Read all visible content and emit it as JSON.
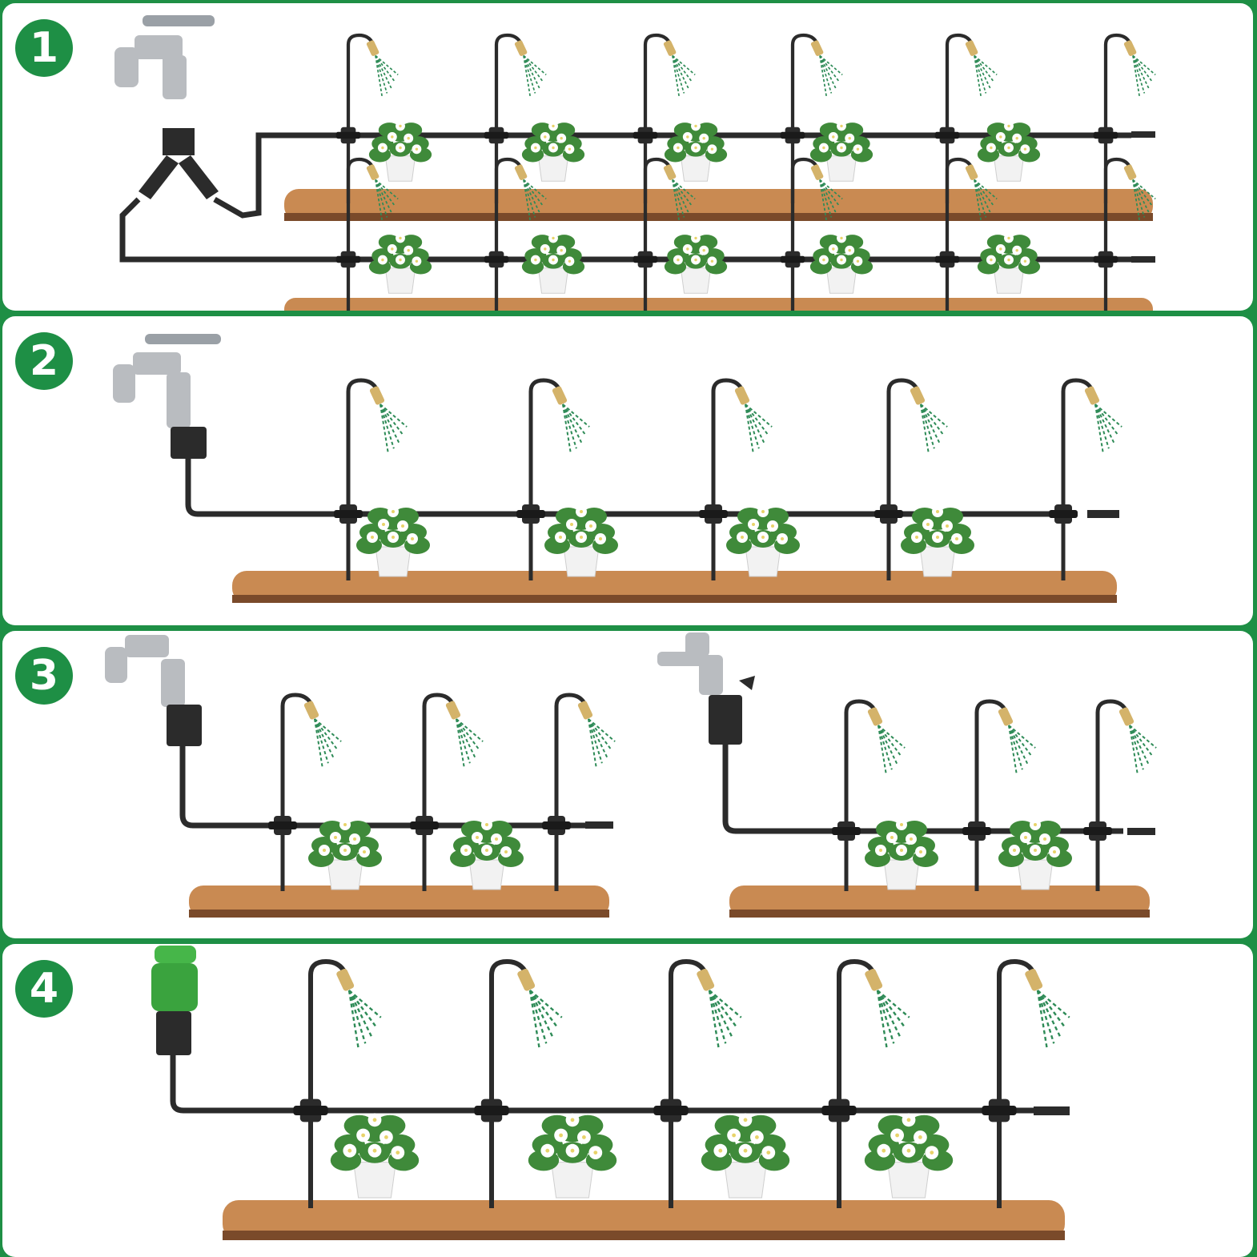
{
  "steps": [
    {
      "number": "1",
      "setup": "two-way-splitter-two-lines"
    },
    {
      "number": "2",
      "setup": "single-line-faucet-adapter"
    },
    {
      "number": "3",
      "setup": "two-separate-lines"
    },
    {
      "number": "4",
      "setup": "hose-quick-connector-line"
    }
  ],
  "colors": {
    "brand_green": "#1e8f45",
    "pipe": "#2b2b2b",
    "soil": "#c98a52",
    "soil_dark": "#7a4a2a",
    "spray": "#2e8b57",
    "nozzle": "#d4b36a",
    "leaf": "#3f8a3a",
    "flower": "#ffffff",
    "pot": "#f2f2f2",
    "faucet": "#b9bcc0",
    "quick_connector": "#46b649"
  },
  "icons": [
    "faucet-icon",
    "splitter-icon",
    "adapter-icon",
    "hose-connector-icon",
    "sprinkler-stake-icon",
    "potted-plant-icon",
    "end-cap-icon"
  ]
}
